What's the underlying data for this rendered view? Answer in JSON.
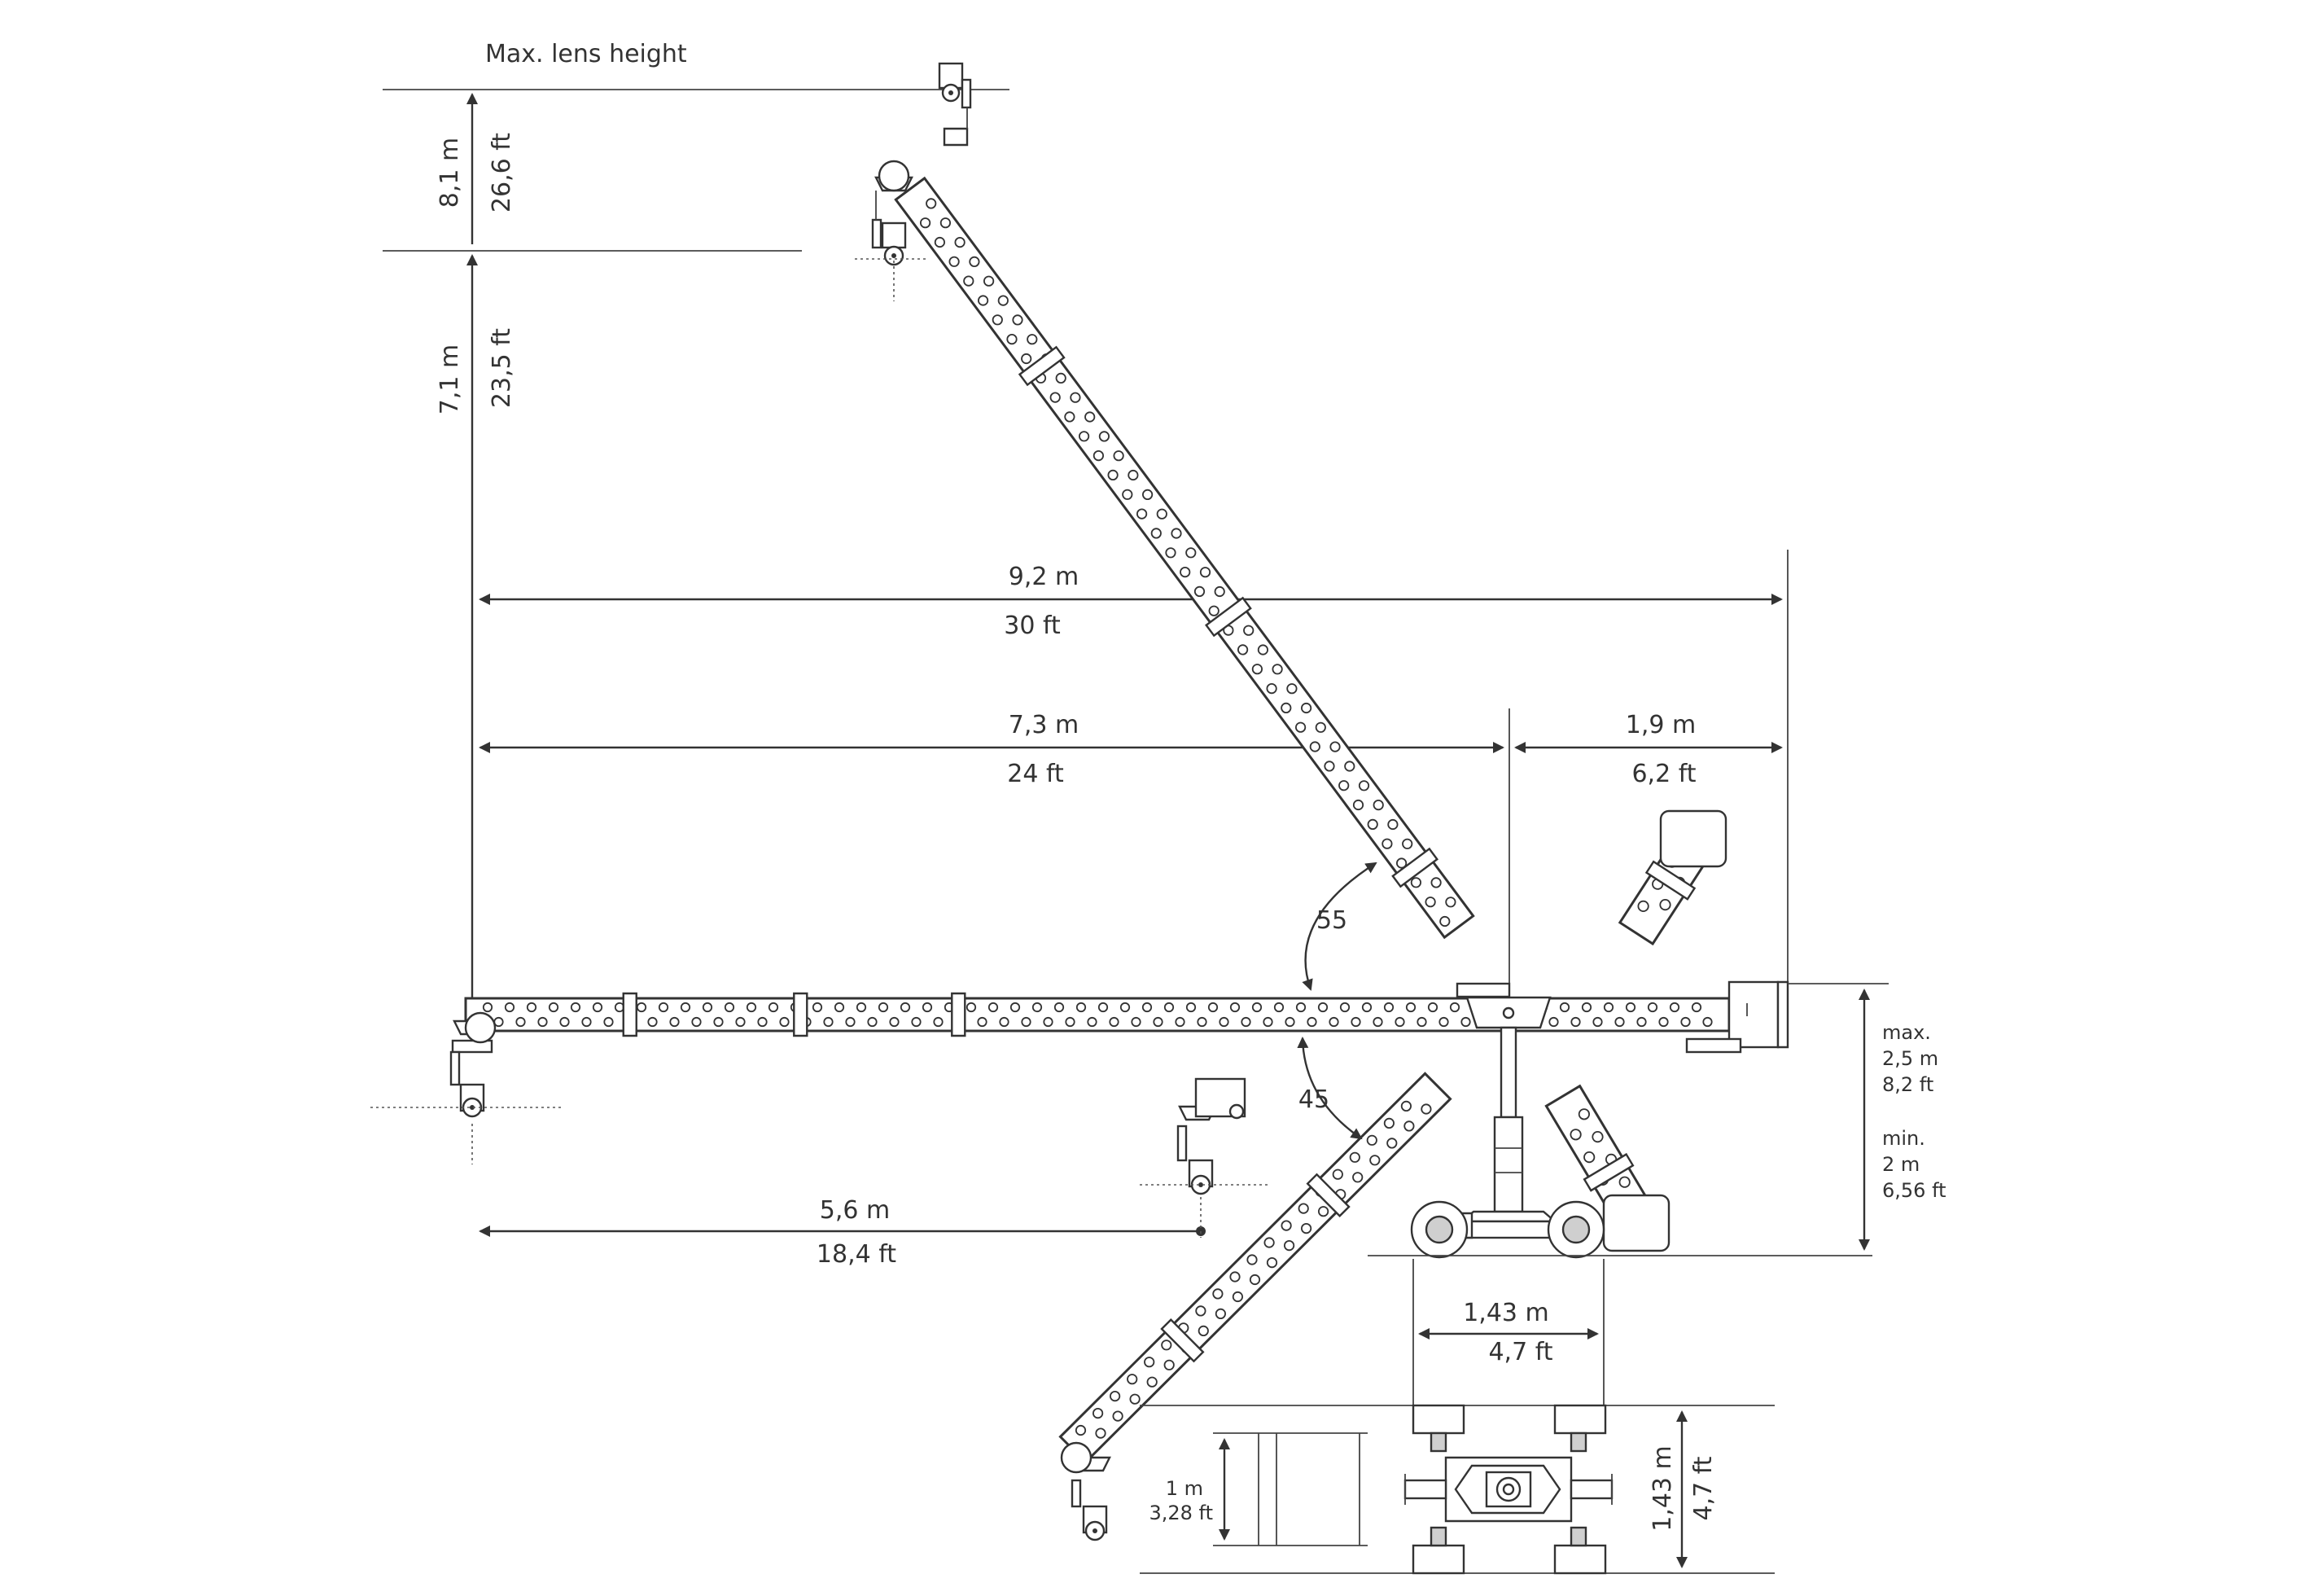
{
  "title": "Max. lens height",
  "heights": {
    "upper_m": "8,1 m",
    "upper_ft": "26,6 ft",
    "lower_m": "7,1 m",
    "lower_ft": "23,5 ft"
  },
  "reach": {
    "total_m": "9,2 m",
    "total_ft": "30 ft",
    "front_m": "7,3 m",
    "front_ft": "24 ft",
    "rear_m": "1,9 m",
    "rear_ft": "6,2 ft",
    "low_m": "5,6 m",
    "low_ft": "18,4 ft"
  },
  "angles": {
    "up": "55",
    "down": "45"
  },
  "column_height": {
    "max_label": "max.",
    "max_m": "2,5 m",
    "max_ft": "8,2 ft",
    "min_label": "min.",
    "min_m": "2 m",
    "min_ft": "6,56 ft"
  },
  "base": {
    "wheelbase_m": "1,43 m",
    "wheelbase_ft": "4,7 ft",
    "track_m": "1,43 m",
    "track_ft": "4,7 ft",
    "arm_m": "1 m",
    "arm_ft": "3,28 ft"
  }
}
